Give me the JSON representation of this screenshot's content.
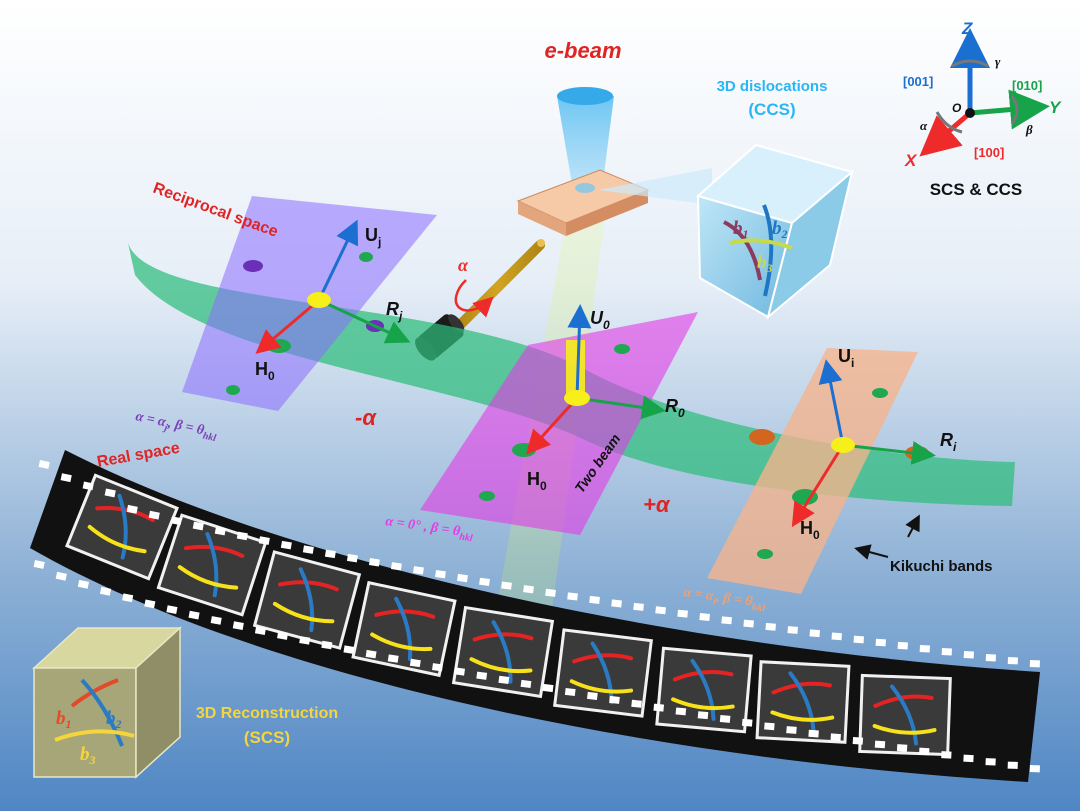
{
  "title_ebeam": "e-beam",
  "dislocations": {
    "line1": "3D dislocations",
    "line2": "(CCS)"
  },
  "burgers": {
    "b1": "b",
    "b1_sub": "1",
    "b2": "b",
    "b2_sub": "2",
    "b3": "b",
    "b3_sub": "3"
  },
  "axes": {
    "z": "Z",
    "y": "Y",
    "x": "X",
    "o": "O",
    "dir001": "[001]",
    "dir010": "[010]",
    "dir100": "[100]",
    "alpha": "α",
    "beta": "β",
    "gamma": "γ",
    "caption": "SCS & CCS"
  },
  "labels": {
    "reciprocal_space": "Reciprocal space",
    "real_space": "Real space",
    "minus_alpha": "-α",
    "plus_alpha": "+α",
    "holder_alpha": "α",
    "two_beam": "Two beam",
    "kikuchi": "Kikuchi bands",
    "reconstruction_line1": "3D Reconstruction",
    "reconstruction_line2": "(SCS)"
  },
  "vectors": {
    "Uj": "U",
    "Uj_sub": "j",
    "Rj": "R",
    "Rj_sub": "j",
    "H0_left": "H",
    "H0_left_sub": "0",
    "U0": "U",
    "U0_sub": "0",
    "R0": "R",
    "R0_sub": "0",
    "H0_mid": "H",
    "H0_mid_sub": "0",
    "Ui": "U",
    "Ui_sub": "i",
    "Ri": "R",
    "Ri_sub": "i",
    "H0_right": "H",
    "H0_right_sub": "0"
  },
  "conditions": {
    "left": "α = α",
    "left_sub": "j",
    "left_beta": ", β = θ",
    "left_beta_sub": "hkl",
    "mid": "α = 0°",
    "mid_beta": " , β = θ",
    "mid_beta_sub": "hkl",
    "right": "α = α",
    "right_sub": "i",
    "right_beta": ", β = θ",
    "right_beta_sub": "hkl"
  },
  "colors": {
    "title_red": "#e02424",
    "dislocation_blue": "#29b6f6",
    "reconstruction_yellow": "#f5d53c",
    "green_band": "#2ebd7c",
    "purple_plane": "#8a6cff",
    "magenta_plane": "#e33be6",
    "orange_plane": "#f6b38c"
  }
}
